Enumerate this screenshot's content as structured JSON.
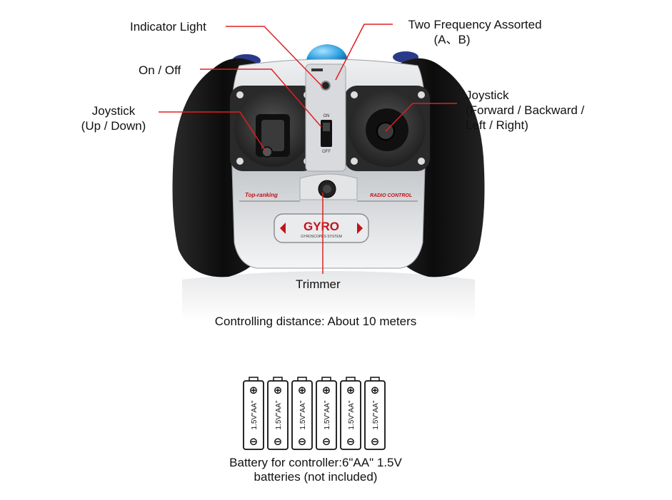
{
  "annotations": {
    "indicator_light": "Indicator Light",
    "frequency_line1": "Two Frequency Assorted",
    "frequency_line2": "(A、B)",
    "on_off": "On / Off",
    "joystick_left_line1": "Joystick",
    "joystick_left_line2": "(Up / Down)",
    "joystick_right_line1": "Joystick",
    "joystick_right_line2": "(Forward / Backward /",
    "joystick_right_line3": "Left / Right)",
    "trimmer": "Trimmer"
  },
  "controller_text": {
    "brand_left": "Top-ranking",
    "brand_right": "RADIO CONTROL",
    "gyro": "GYRO",
    "gyro_sub": "GYROSCOPES SYSTEM",
    "switch_on": "ON",
    "switch_off": "OFF"
  },
  "distance_text": "Controlling distance: About 10 meters",
  "battery": {
    "label": "1.5V\"AA\"",
    "count": 6,
    "caption_line1": "Battery for controller:6\"AA\" 1.5V",
    "caption_line2": "batteries (not included)"
  },
  "colors": {
    "leader_line": "#e02020",
    "grip": "#151515",
    "body": "#c9cbce",
    "indicator_cap": "#2d9fe0",
    "top_buttons": "#2a3a8a"
  }
}
